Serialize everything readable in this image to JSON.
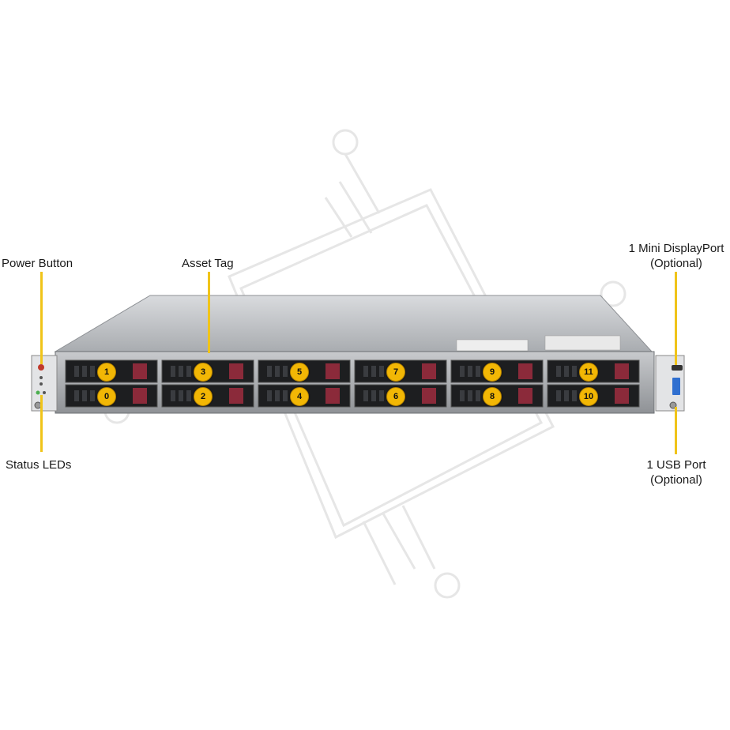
{
  "callouts": {
    "power_button": "Power Button",
    "asset_tag": "Asset Tag",
    "status_leds": "Status LEDs",
    "mini_dp_line1": "1 Mini DisplayPort",
    "mini_dp_line2": "(Optional)",
    "usb_line1": "1 USB Port",
    "usb_line2": "(Optional)"
  },
  "drive_bays": {
    "top_row": [
      "1",
      "3",
      "5",
      "7",
      "9",
      "11"
    ],
    "bottom_row": [
      "0",
      "2",
      "4",
      "6",
      "8",
      "10"
    ]
  },
  "colors": {
    "callout_line": "#f0c419",
    "bay_badge": "#f2b705",
    "drive_latch": "#8b2a3a",
    "chassis": "#b9bcc0"
  }
}
